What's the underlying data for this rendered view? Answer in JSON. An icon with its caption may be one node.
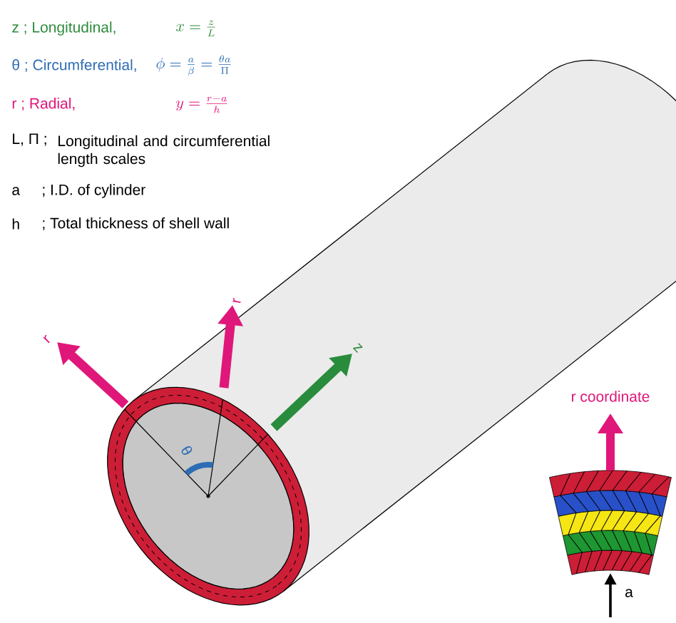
{
  "diagram": {
    "labels": [
      "z ; Longitudinal,",
      "x=\\frac{z}{L}",
      "θ ; Circumferential,",
      "\\phi=\\frac{a}{\\beta}=\\frac{\\theta a}{\\Pi}",
      "r ; Radial,",
      "y=\\frac{r-a}{h}",
      "L, Π ;",
      "Longitudinal and circumferential length scales",
      "a",
      "; I.D. of cylinder",
      "h",
      "; Total thickness of shell wall",
      "r",
      "r",
      "z",
      "θ",
      "r coordinate",
      "a"
    ]
  }
}
